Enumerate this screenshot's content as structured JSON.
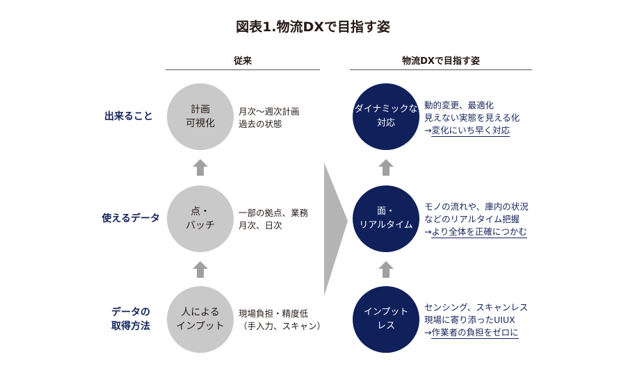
{
  "title": "図表1.物流DXで目指す姿",
  "columns": {
    "left": "従来",
    "right": "物流DXで目指す姿"
  },
  "rows": [
    {
      "label": [
        "出来ること"
      ],
      "left": {
        "circle": [
          "計画",
          "可視化"
        ],
        "desc": [
          "月次～週次計画",
          "過去の状態"
        ]
      },
      "right": {
        "circle": [
          "ダイナミックな",
          "対応"
        ],
        "desc": [
          "動的変更、最適化",
          "見えない実態を見える化"
        ],
        "arrow": "→",
        "highlight": "変化にいち早く対応"
      }
    },
    {
      "label": [
        "使えるデータ"
      ],
      "left": {
        "circle": [
          "点・",
          "バッチ"
        ],
        "desc": [
          "一部の拠点、業務",
          "月次、日次"
        ]
      },
      "right": {
        "circle": [
          "面・",
          "リアルタイム"
        ],
        "desc": [
          "モノの流れや、庫内の状況",
          "などのリアルタイム把握"
        ],
        "arrow": "→",
        "highlight": "より全体を正確につかむ"
      }
    },
    {
      "label": [
        "データの",
        "取得方法"
      ],
      "left": {
        "circle": [
          "人による",
          "インプット"
        ],
        "desc": [
          "現場負担・精度低",
          "（手入力、スキャン）"
        ]
      },
      "right": {
        "circle": [
          "インプット",
          "レス"
        ],
        "desc": [
          "センシング、スキャンレス",
          "現場に寄り添ったUIUX"
        ],
        "arrow": "→",
        "highlight": "作業者の負担をゼロに"
      }
    }
  ],
  "colors": {
    "navy": "#0f205b",
    "gray": "#c9c9ca",
    "arrow": "#a0a0a0"
  }
}
